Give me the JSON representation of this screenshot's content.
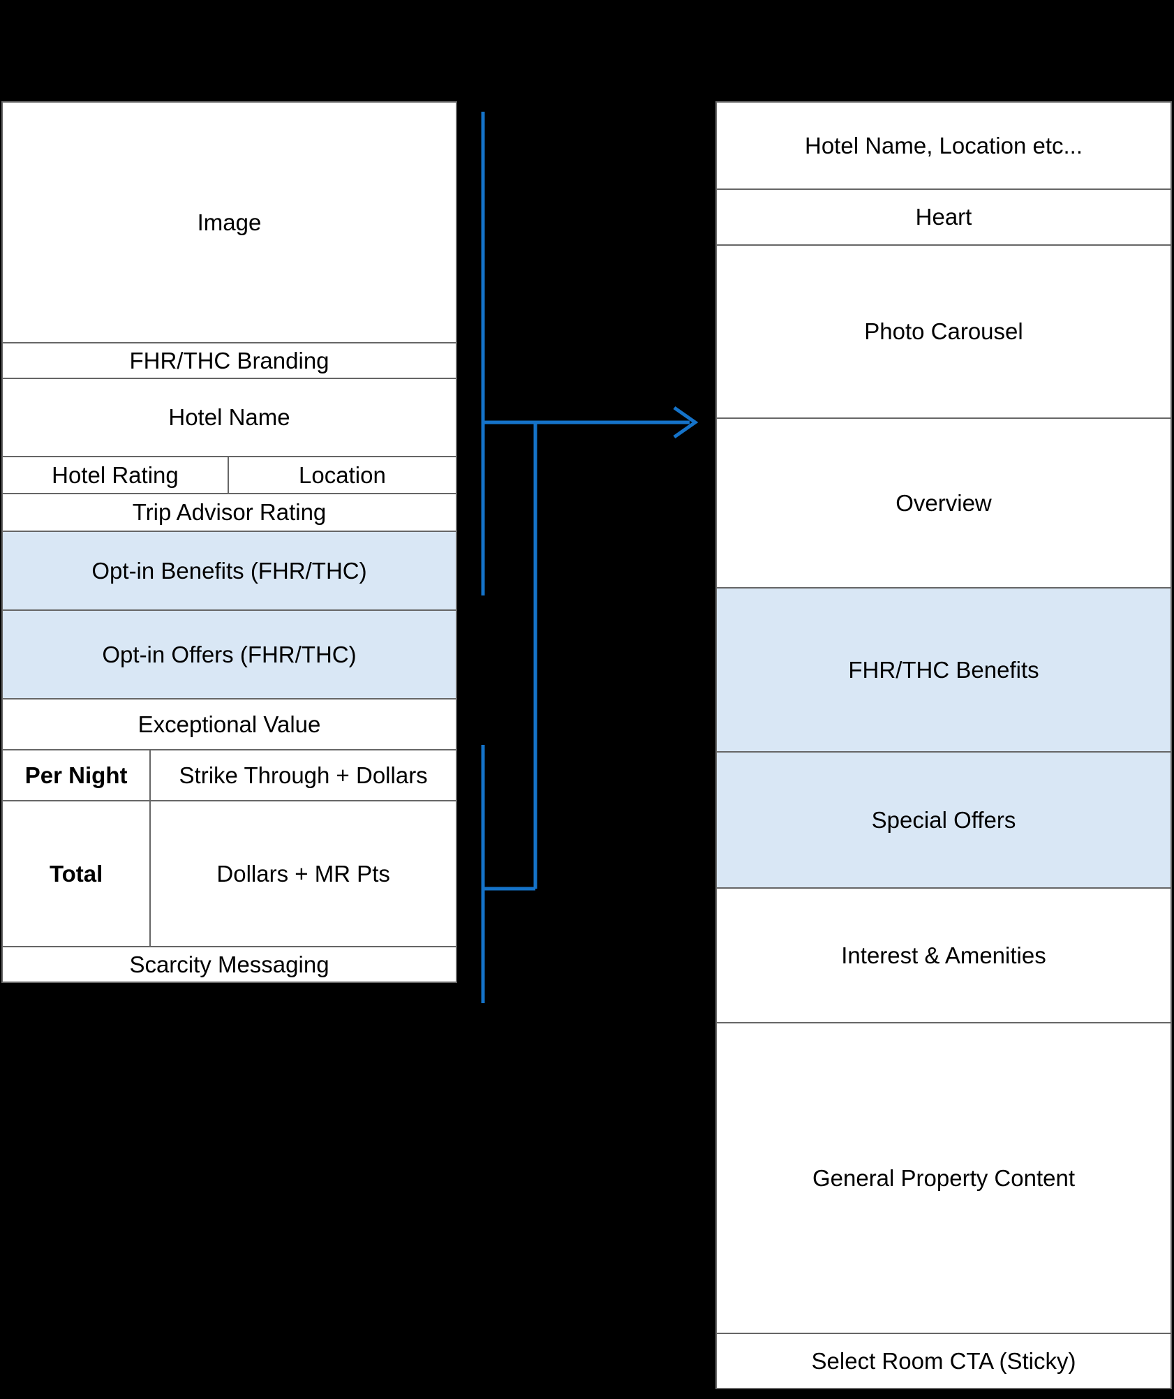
{
  "colors": {
    "background": "#000000",
    "box_fill": "#ffffff",
    "highlight_fill": "#d9e7f5",
    "border": "#666666",
    "connector": "#1573c9",
    "text": "#000000"
  },
  "left_panel": {
    "rows": [
      {
        "label": "Image"
      },
      {
        "label": "FHR/THC Branding"
      },
      {
        "label": "Hotel Name"
      },
      {
        "cells": [
          {
            "label": "Hotel Rating"
          },
          {
            "label": "Location"
          }
        ]
      },
      {
        "label": "Trip Advisor Rating"
      },
      {
        "label": "Opt-in Benefits (FHR/THC)",
        "highlight": true
      },
      {
        "label": "Opt-in Offers (FHR/THC)",
        "highlight": true
      },
      {
        "label": "Exceptional Value"
      },
      {
        "cells": [
          {
            "label": "Per Night",
            "bold": true
          },
          {
            "label": "Strike Through + Dollars"
          }
        ]
      },
      {
        "cells": [
          {
            "label": "Total",
            "bold": true
          },
          {
            "label": "Dollars + MR Pts"
          }
        ]
      },
      {
        "label": "Scarcity Messaging"
      }
    ]
  },
  "right_panel": {
    "rows": [
      {
        "label": "Hotel Name, Location etc..."
      },
      {
        "label": "Heart"
      },
      {
        "label": "Photo Carousel"
      },
      {
        "label": "Overview"
      },
      {
        "label": "FHR/THC Benefits",
        "highlight": true
      },
      {
        "label": "Special Offers",
        "highlight": true
      },
      {
        "label": "Interest & Amenities"
      },
      {
        "label": "General Property Content"
      },
      {
        "label": "Select Room CTA (Sticky)"
      }
    ]
  }
}
